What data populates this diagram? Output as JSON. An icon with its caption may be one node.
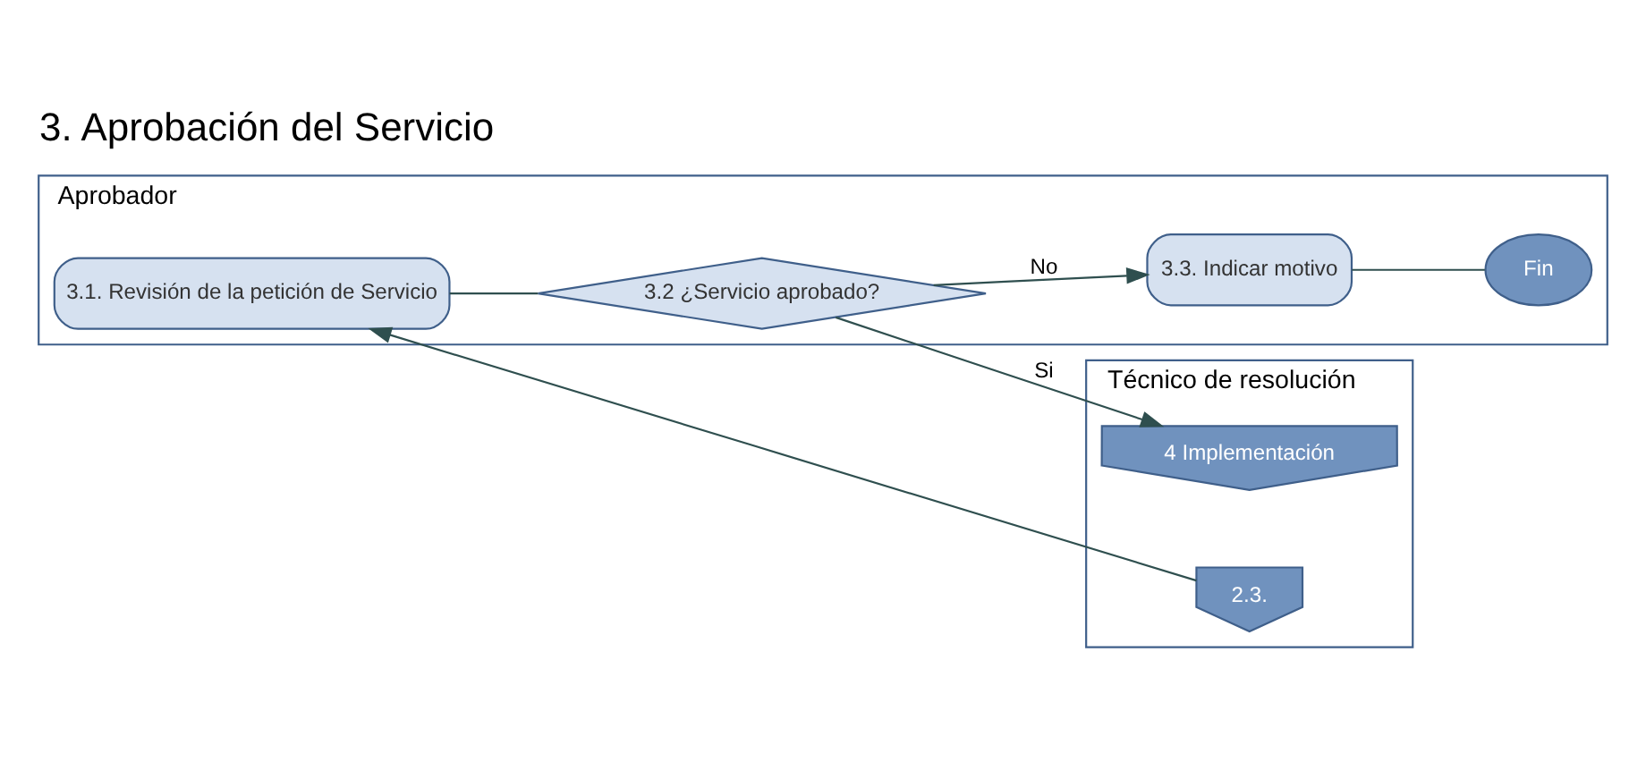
{
  "diagram": {
    "title": "3. Aprobación del Servicio",
    "nodes": [
      {
        "text": [
          "Técnico de resolución"
        ]
      },
      {
        "text": [
          "2.3."
        ],
        "in": 0
      },
      {
        "text": [
          "4 Implementación"
        ],
        "in": 0
      },
      {
        "text": [
          "Aprobador"
        ]
      },
      {
        "text": [
          "3.1. Revisión de la petición de Servicio"
        ],
        "in": 3
      },
      {
        "text": [
          "3.2 ¿Servicio aprobado?"
        ],
        "in": 3
      },
      {
        "text": [
          "3.3. Indicar motivo"
        ],
        "in": 3
      },
      {
        "text": [
          "Fin"
        ],
        "in": 3
      }
    ],
    "edges": [
      {
        "from": 1,
        "to": 4,
        "arrow": "to"
      },
      {
        "from": 4,
        "to": 5,
        "arrow": "none"
      },
      {
        "from": 5,
        "to": 2,
        "arrow": "to",
        "label": "Si"
      },
      {
        "from": 5,
        "to": 6,
        "arrow": "to",
        "label": "No"
      },
      {
        "from": 6,
        "to": 7,
        "arrow": "none"
      }
    ]
  }
}
